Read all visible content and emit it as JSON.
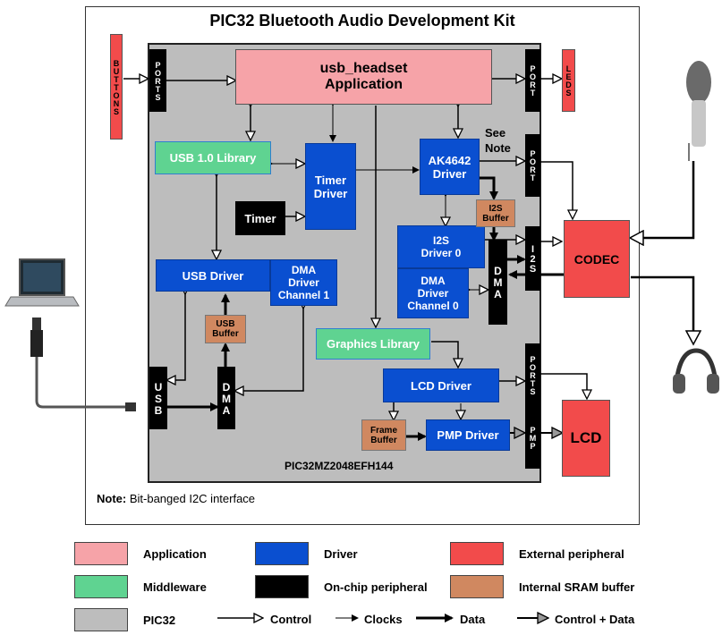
{
  "title": "PIC32 Bluetooth Audio Development Kit",
  "chip_label": "PIC32MZ2048EFH144",
  "note": {
    "bold": "Note:",
    "text": "Bit-banged I2C interface"
  },
  "see_note": "See\nNote",
  "blocks": {
    "app_line1": "usb_headset",
    "app_line2": "Application",
    "usb_lib": "USB 1.0 Library",
    "timer_drv": "Timer\nDriver",
    "ak_drv": "AK4642\nDriver",
    "timer": "Timer",
    "i2s_buf": "I2S\nBuffer",
    "i2s_drv": "I2S\nDriver 0",
    "dma_ch0": "DMA\nDriver\nChannel 0",
    "usb_drv": "USB Driver",
    "dma_ch1": "DMA\nDriver\nChannel 1",
    "usb_buf": "USB\nBuffer",
    "gfx_lib": "Graphics Library",
    "lcd_drv": "LCD Driver",
    "frame_buf": "Frame\nBuffer",
    "pmp_drv": "PMP Driver",
    "codec": "CODEC",
    "lcd": "LCD"
  },
  "peripherals": {
    "buttons": "BUTTONS",
    "ports_left": "PORTS",
    "port_top": "PORT",
    "leds": "LEDS",
    "port_mid": "PORT",
    "i2s": "I2S",
    "dma_right": "DMA",
    "usb": "USB",
    "dma_left": "DMA",
    "ports_lcd": "PORTS",
    "pmp": "PMP"
  },
  "legend": [
    {
      "label": "Application",
      "color": "#f6a3a8"
    },
    {
      "label": "Driver",
      "color": "#0a4fd0"
    },
    {
      "label": "External peripheral",
      "color": "#f24b4b"
    },
    {
      "label": "Middleware",
      "color": "#5fd391"
    },
    {
      "label": "On-chip peripheral",
      "color": "#000000"
    },
    {
      "label": "Internal SRAM buffer",
      "color": "#d08860"
    },
    {
      "label": "PIC32",
      "color": "#bdbdbd"
    }
  ],
  "arrow_legend": {
    "control": "Control",
    "clocks": "Clocks",
    "data": "Data",
    "control_data": "Control + Data"
  }
}
